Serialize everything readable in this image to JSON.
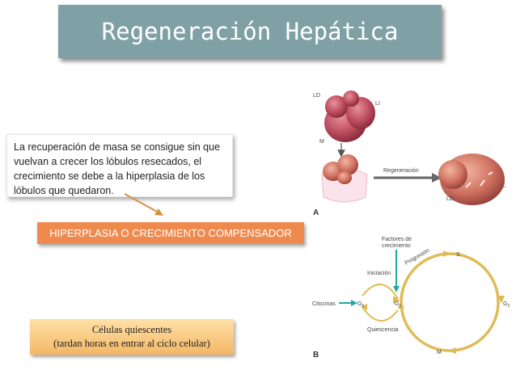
{
  "title": "Regeneración Hepática",
  "description": "La recuperación de masa se consigue sin que vuelvan a crecer los lóbulos resecados, el crecimiento se debe a la hiperplasia de los lóbulos que quedaron.",
  "hyperplasia_label": "HIPERPLASIA O CRECIMIENTO COMPENSADOR",
  "cells_box": {
    "line1": "Células quiescentes",
    "line2": "(tardan horas en entrar al ciclo celular)"
  },
  "figure": {
    "panel_a": {
      "letter": "A",
      "label_ld": "LD",
      "label_li": "LI",
      "label_m": "M",
      "arrow_label": "Regeneración",
      "label_ld_after": "LD",
      "label_c": "C"
    },
    "panel_b": {
      "letter": "B",
      "growth_factors": [
        "Factores de",
        "crecimiento"
      ],
      "initiation": "Iniciación",
      "progression": "Progresión",
      "quiescence": "Quiescencia",
      "cytokines": "Citocinas",
      "g0": "G",
      "g0_sub": "0",
      "g1": "G",
      "g1_sub": "1",
      "g2": "G",
      "g2_sub": "2",
      "s": "S",
      "m": "M"
    }
  },
  "colors": {
    "title_bg": "#7fa1a6",
    "hyperplasia_bg": "#ef8a4e",
    "cells_bg": "#f3b766",
    "cycle_arrow": "#e0bb55",
    "growth_arrow": "#23a8a0"
  }
}
